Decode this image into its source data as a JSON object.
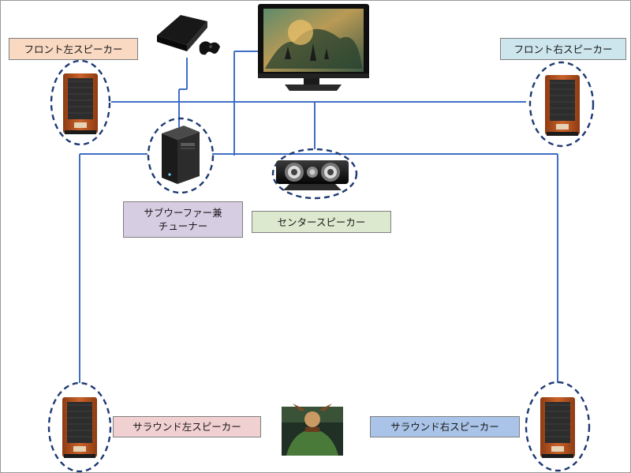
{
  "labels": {
    "front_left": "フロント左スピーカー",
    "front_right": "フロント右スピーカー",
    "subwoofer_line1": "サブウーファー兼",
    "subwoofer_line2": "チューナー",
    "center": "センタースピーカー",
    "surround_left": "サラウンド左スピーカー",
    "surround_right": "サラウンド右スピーカー"
  },
  "colors": {
    "front_left_bg": "#fad9c2",
    "front_right_bg": "#cde6ee",
    "subwoofer_bg": "#d7cde3",
    "center_bg": "#dde9cf",
    "surround_left_bg": "#f1d0d1",
    "surround_right_bg": "#a9c4e8",
    "wire": "#3f6fc4",
    "dashed_ring": "#1e3a73",
    "speaker_wood": "#b8541f",
    "tv_body": "#0f0f0f"
  },
  "icons": {
    "front_left_speaker": "bookshelf-speaker-icon",
    "front_right_speaker": "bookshelf-speaker-icon",
    "surround_left_speaker": "bookshelf-speaker-icon",
    "surround_right_speaker": "bookshelf-speaker-icon",
    "subwoofer": "subwoofer-tuner-icon",
    "center_speaker": "center-speaker-icon",
    "tv": "television-icon",
    "console": "game-console-icon",
    "character": "game-character-icon"
  }
}
